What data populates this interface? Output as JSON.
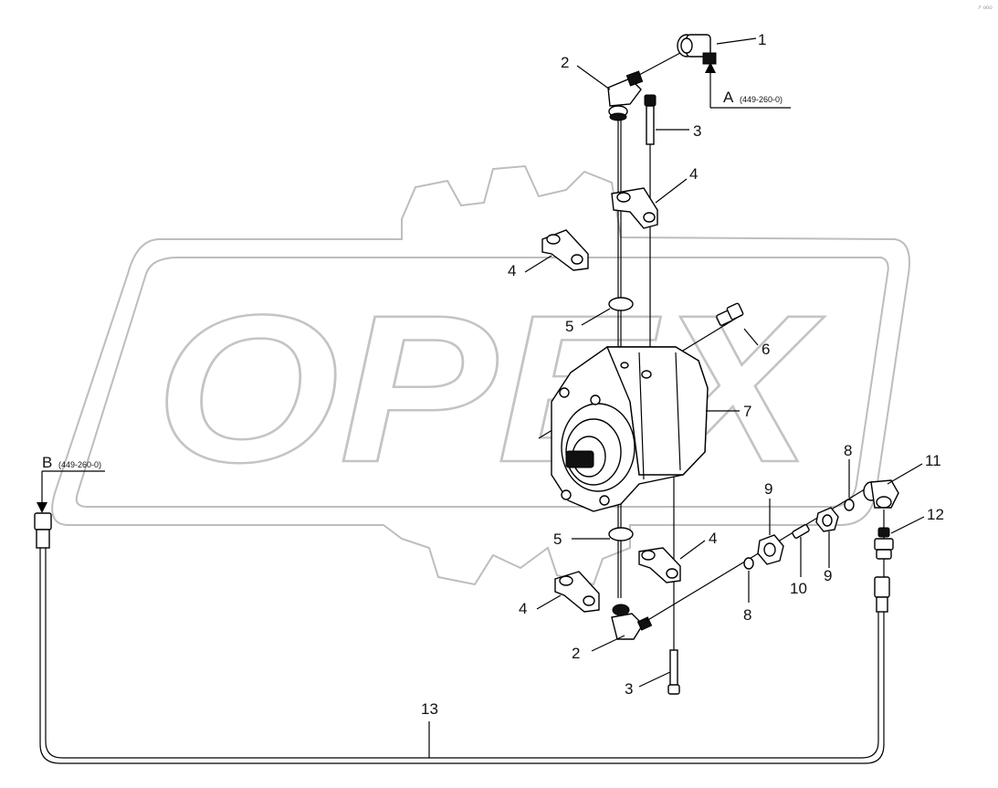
{
  "watermark": {
    "text": "OPEX"
  },
  "corner_mark": "↗ ooo",
  "references": {
    "A": {
      "letter": "A",
      "code": "(449-260-0)"
    },
    "B": {
      "letter": "B",
      "code": "(449-260-0)"
    }
  },
  "callouts": {
    "c1": "1",
    "c2_top": "2",
    "c2_bottom": "2",
    "c3_top": "3",
    "c3_bottom": "3",
    "c4_top_right": "4",
    "c4_top_left": "4",
    "c4_bottom_right": "4",
    "c4_bottom_left": "4",
    "c5_top": "5",
    "c5_bottom": "5",
    "c6": "6",
    "c7": "7",
    "c8_top": "8",
    "c8_bottom": "8",
    "c9_top": "9",
    "c9_bottom": "9",
    "c10": "10",
    "c11": "11",
    "c12": "12",
    "c13": "13"
  }
}
